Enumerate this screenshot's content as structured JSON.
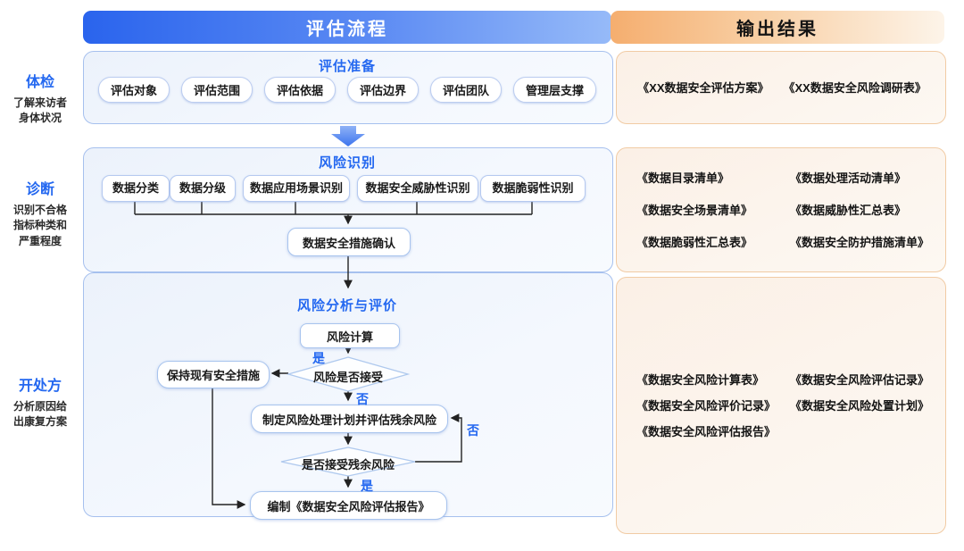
{
  "headers": {
    "process": "评估流程",
    "output": "输出结果"
  },
  "left_rail": {
    "items": [
      {
        "title": "体检",
        "desc": "了解来访者\n身体状况"
      },
      {
        "title": "诊断",
        "desc": "识别不合格\n指标种类和\n严重程度"
      },
      {
        "title": "开处方",
        "desc": "分析原因给\n出康复方案"
      }
    ]
  },
  "stage1": {
    "title": "评估准备",
    "pills": [
      "评估对象",
      "评估范围",
      "评估依据",
      "评估边界",
      "评估团队",
      "管理层支撑"
    ]
  },
  "stage2": {
    "title": "风险识别",
    "pills": [
      "数据分类",
      "数据分级",
      "数据应用场景识别",
      "数据安全威胁性识别",
      "数据脆弱性识别"
    ],
    "confirm": "数据安全措施确认"
  },
  "stage3": {
    "title": "风险分析与评价",
    "calc": "风险计算",
    "decision1": "风险是否接受",
    "keep": "保持现有安全措施",
    "plan": "制定风险处理计划并评估残余风险",
    "decision2": "是否接受残余风险",
    "report": "编制《数据安全风险评估报告》",
    "label_yes": "是",
    "label_no": "否"
  },
  "outputs1": {
    "docs": [
      "《XX数据安全评估方案》",
      "《XX数据安全风险调研表》"
    ]
  },
  "outputs2": {
    "docs": [
      "《数据目录清单》",
      "《数据处理活动清单》",
      "《数据安全场景清单》",
      "《数据威胁性汇总表》",
      "《数据脆弱性汇总表》",
      "《数据安全防护措施清单》"
    ]
  },
  "outputs3": {
    "docs": [
      "《数据安全风险计算表》",
      "《数据安全风险评估记录》",
      "《数据安全风险评价记录》",
      "《数据安全风险处置计划》",
      "《数据安全风险评估报告》"
    ]
  },
  "colors": {
    "accent_blue": "#2468F0",
    "header_blue_start": "#2A64ED",
    "header_blue_end": "#96BAF8",
    "header_orange_start": "#F5AE6F",
    "header_orange_end": "#FDF4E9",
    "panel_blue_border": "#A6C0EE",
    "panel_orange_border": "#F1CBA4",
    "line": "#222222"
  }
}
